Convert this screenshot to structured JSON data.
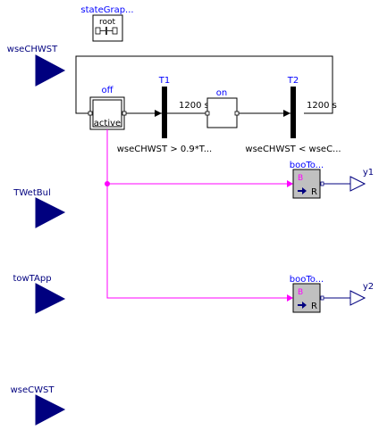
{
  "stategraph": {
    "name": "stateGrap...",
    "label": "root"
  },
  "inputs": {
    "wseCHWST": "wseCHWST",
    "TWetBul": "TWetBul",
    "towTApp": "towTApp",
    "wseCWST": "wseCWST"
  },
  "steps": {
    "off": {
      "name": "off",
      "inner": "active"
    },
    "on": {
      "name": "on"
    }
  },
  "transitions": {
    "T1": {
      "name": "T1",
      "delay": "1200 s",
      "condition": "wseCHWST > 0.9*T..."
    },
    "T2": {
      "name": "T2",
      "delay": "1200 s",
      "condition": "wseCHWST < wseC..."
    }
  },
  "converters": [
    {
      "name": "booTo...",
      "in_label": "B",
      "out_label": "R"
    },
    {
      "name": "booTo...",
      "in_label": "B",
      "out_label": "R"
    }
  ],
  "outputs": {
    "y1": "y1",
    "y2": "y2"
  },
  "colors": {
    "blue_label": "#0000ff",
    "input_fill": "#00007f",
    "boolean_wire": "#ff00ff",
    "converter_fill": "#c0c0c0",
    "black": "#000000"
  }
}
